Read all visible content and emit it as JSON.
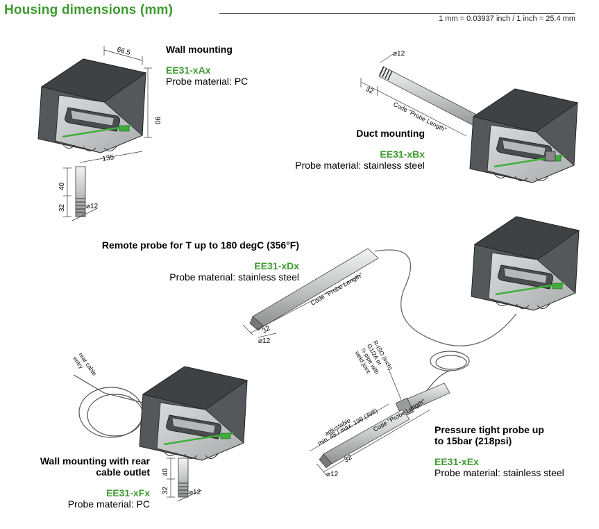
{
  "header": {
    "title": "Housing dimensions (mm)",
    "conversion": "1 mm = 0.03937 inch / 1 inch = 25.4 mm"
  },
  "variants": [
    {
      "heading": "Wall mounting",
      "code": "EE31-xAx",
      "material": "Probe material: PC"
    },
    {
      "heading": "Duct mounting",
      "code": "EE31-xBx",
      "material": "Probe material: stainless steel"
    },
    {
      "heading": "Remote probe for T up to 180 degC (356°F)",
      "code": "EE31-xDx",
      "material": "Probe material: stainless steel"
    },
    {
      "heading_line1": "Pressure tight probe up",
      "heading_line2": "to 15bar (218psi)",
      "code": "EE31-xEx",
      "material": "Probe material: stainless steel"
    },
    {
      "heading_line1": "Wall mounting with rear",
      "heading_line2": "cable outlet",
      "code": "EE31-xFx",
      "material": "Probe material: PC"
    }
  ],
  "dimensions": {
    "wall_depth": "66.5",
    "wall_height": "90",
    "wall_width": "135",
    "probe_len_40": "40",
    "probe_len_32": "32",
    "probe_dia": "⌀12",
    "probe_length_code": "Code \"Probe Length\"",
    "rear_cable_line1": "rear cable",
    "rear_cable_line2": "entry",
    "adjustable": "adjustable",
    "adjust_range": "min. 48 / max. 198 (398)",
    "thread_line1": "R-ISO (inch)",
    "thread_line2": "G1/2A or",
    "thread_line3": "⅞ pipe with",
    "thread_line4": "weld joint"
  },
  "colors": {
    "accent": "#3c9a2e",
    "housing_dark": "#5a5e60",
    "housing_light": "#c9cccd",
    "stripe": "#3fae3a"
  }
}
